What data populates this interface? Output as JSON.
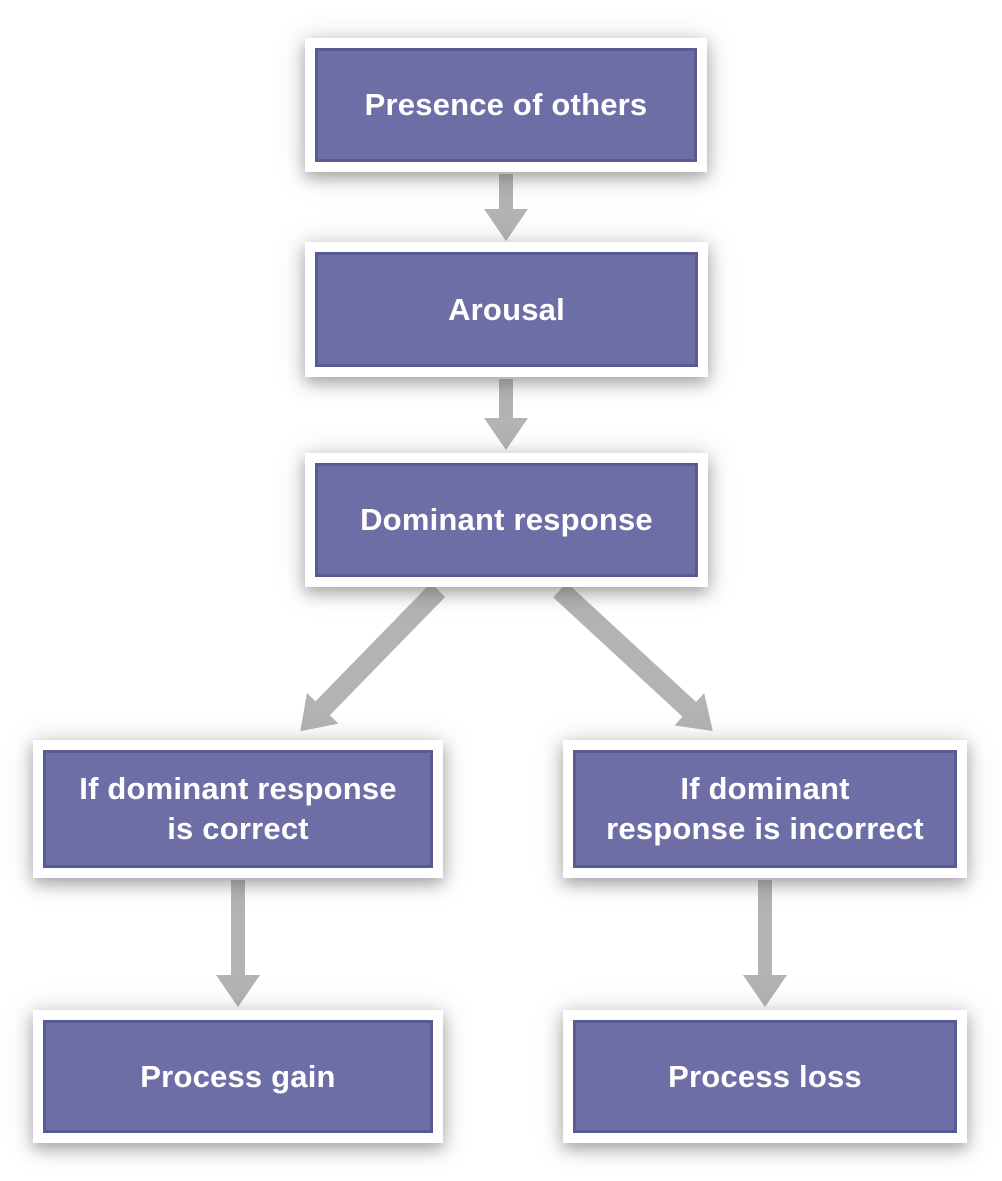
{
  "diagram": {
    "type": "flowchart",
    "nodes": [
      {
        "id": "presence",
        "label": "Presence of others"
      },
      {
        "id": "arousal",
        "label": "Arousal"
      },
      {
        "id": "dominant",
        "label": "Dominant response"
      },
      {
        "id": "correct",
        "label": "If dominant response\nis correct"
      },
      {
        "id": "incorrect",
        "label": "If dominant\nresponse is incorrect"
      },
      {
        "id": "gain",
        "label": "Process gain"
      },
      {
        "id": "loss",
        "label": "Process loss"
      }
    ],
    "edges": [
      {
        "from": "presence",
        "to": "arousal"
      },
      {
        "from": "arousal",
        "to": "dominant"
      },
      {
        "from": "dominant",
        "to": "correct"
      },
      {
        "from": "dominant",
        "to": "incorrect"
      },
      {
        "from": "correct",
        "to": "gain"
      },
      {
        "from": "incorrect",
        "to": "loss"
      }
    ]
  },
  "colors": {
    "node_fill": "#6e6ea7",
    "node_edge": "#5a5a94",
    "node_frame": "#ffffff",
    "arrow": "#b3b3b3",
    "background": "#ffffff",
    "text": "#ffffff"
  }
}
